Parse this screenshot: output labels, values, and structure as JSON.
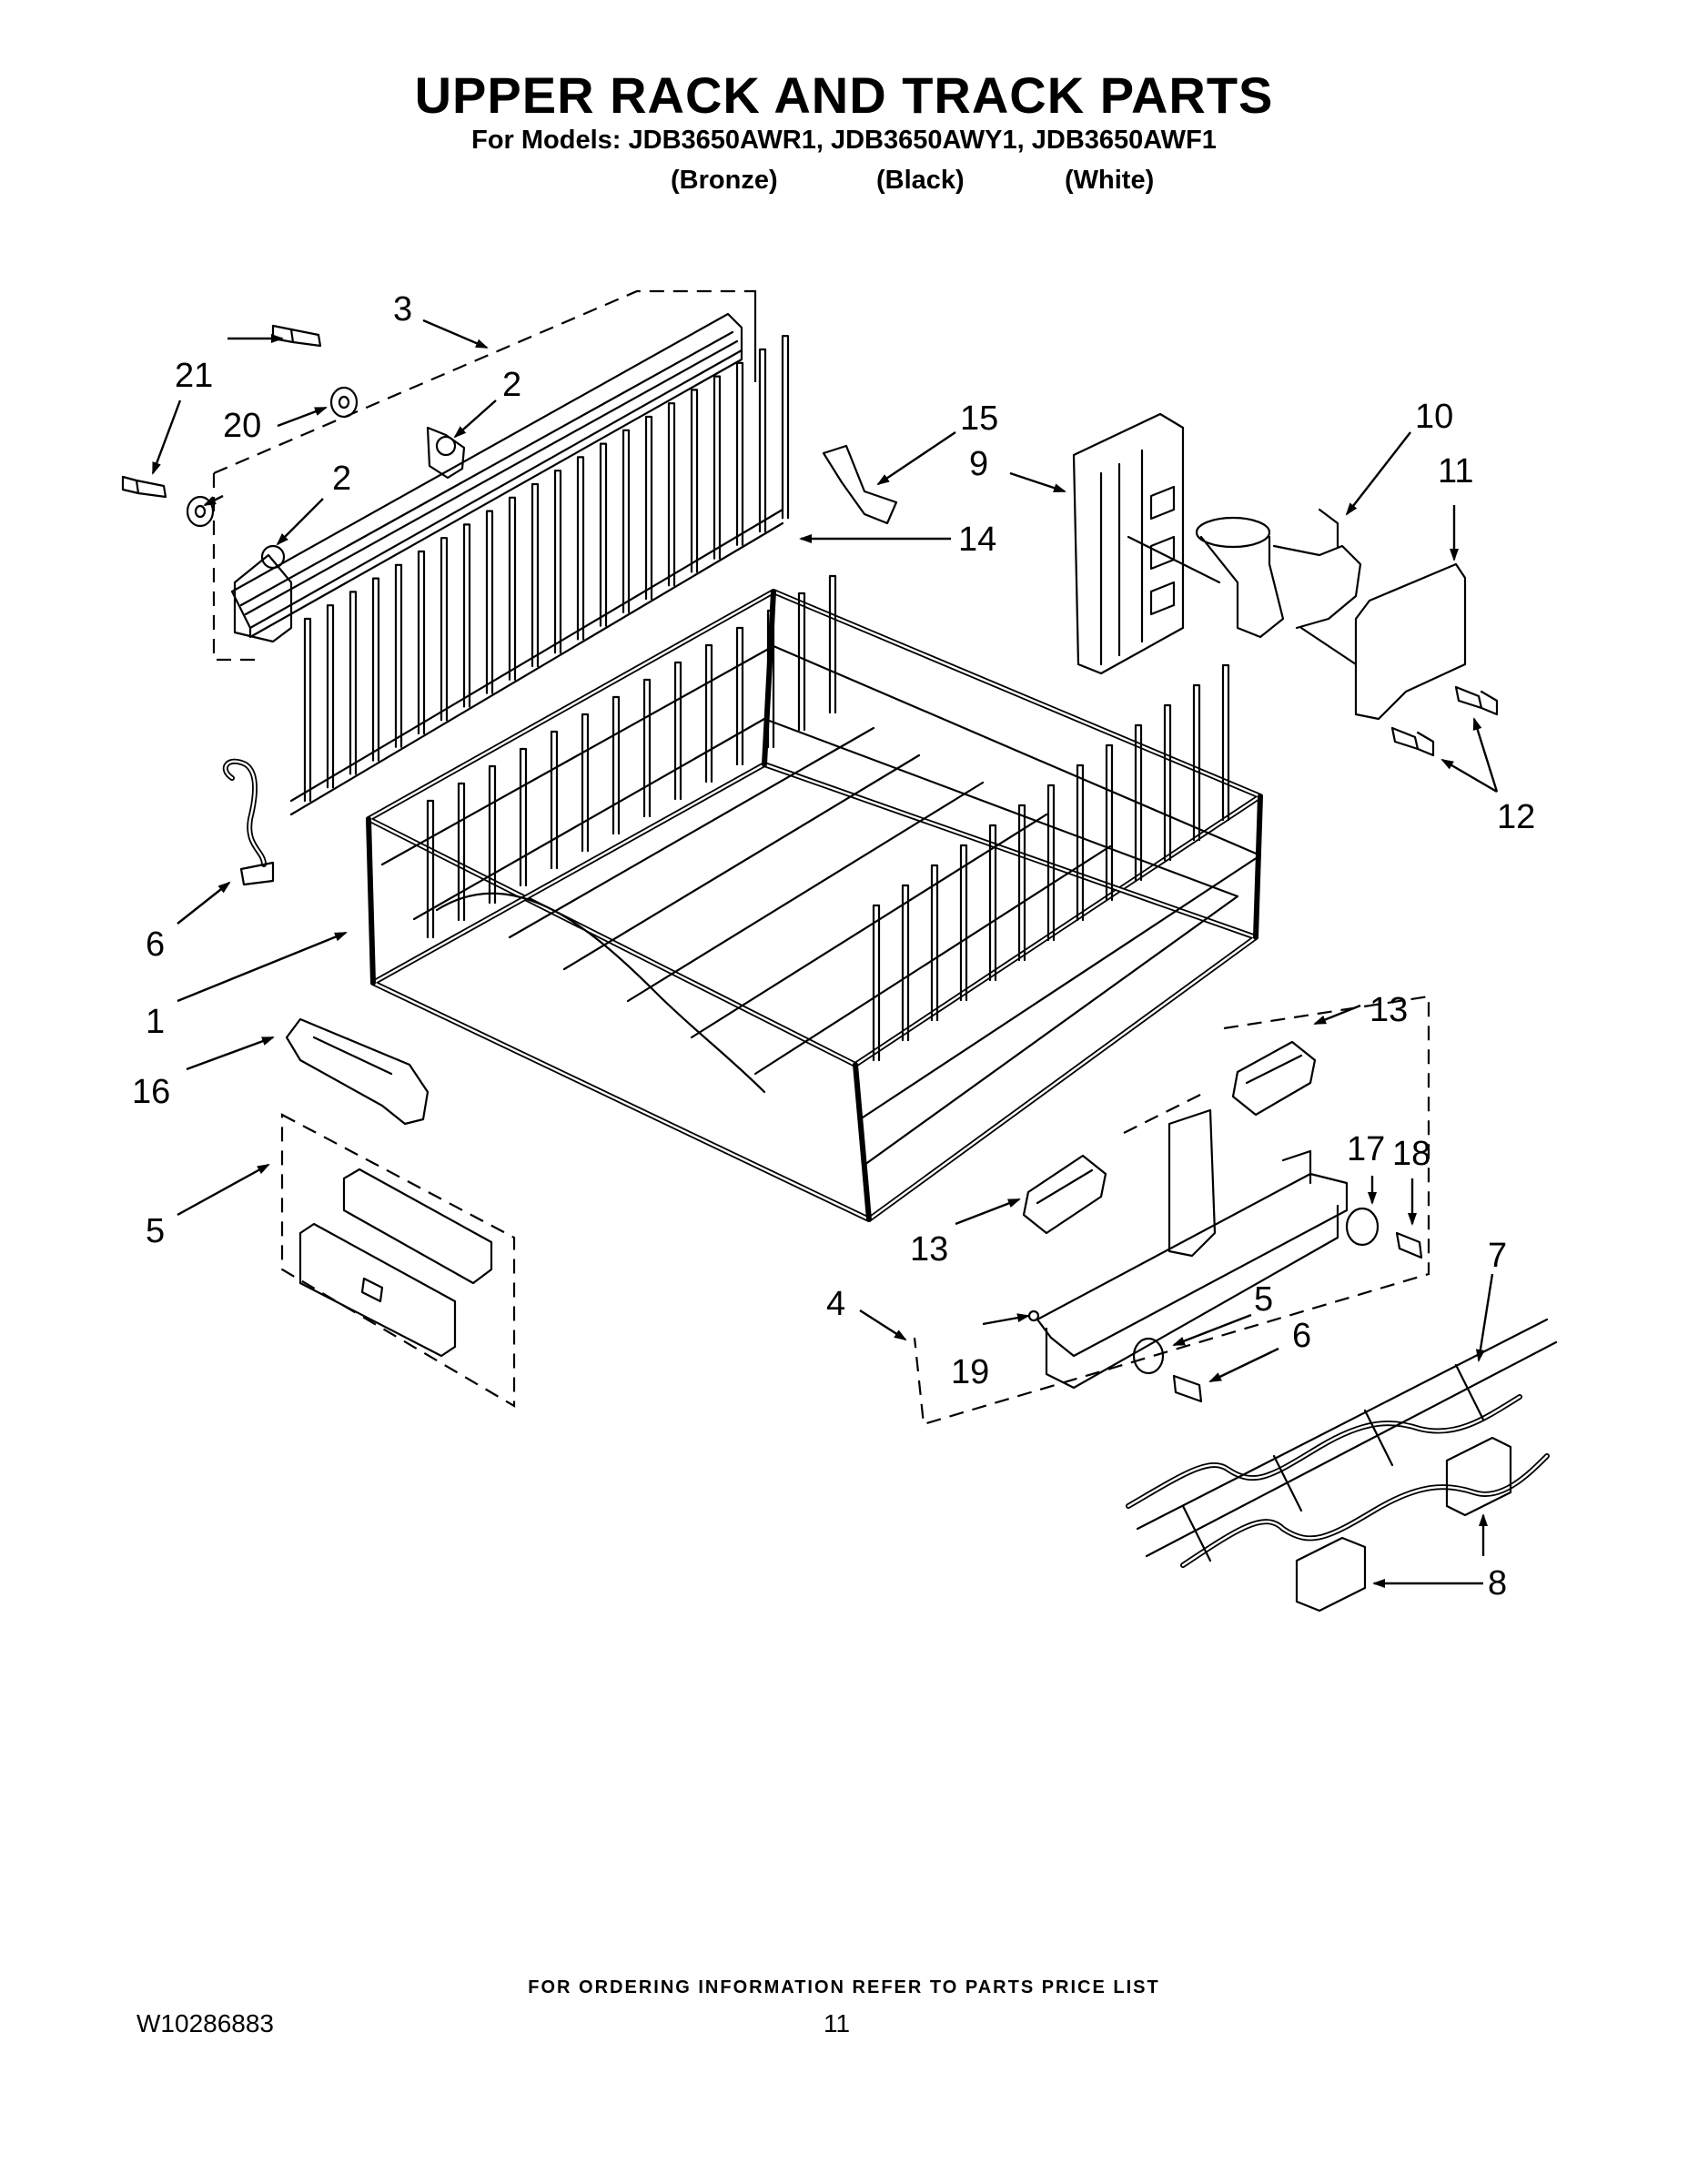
{
  "header": {
    "title": "UPPER RACK AND TRACK PARTS",
    "models_line": "For Models: JDB3650AWR1, JDB3650AWY1, JDB3650AWF1",
    "colors": [
      "(Bronze)",
      "(Black)",
      "(White)"
    ]
  },
  "callouts": [
    "3",
    "21",
    "2",
    "20",
    "2",
    "15",
    "9",
    "10",
    "11",
    "14",
    "12",
    "6",
    "1",
    "16",
    "13",
    "17",
    "18",
    "5",
    "13",
    "4",
    "5",
    "6",
    "19",
    "7",
    "8"
  ],
  "footer": {
    "ordering_note": "FOR ORDERING INFORMATION REFER TO PARTS PRICE LIST",
    "doc_number": "W10286883",
    "page_number": "11"
  }
}
